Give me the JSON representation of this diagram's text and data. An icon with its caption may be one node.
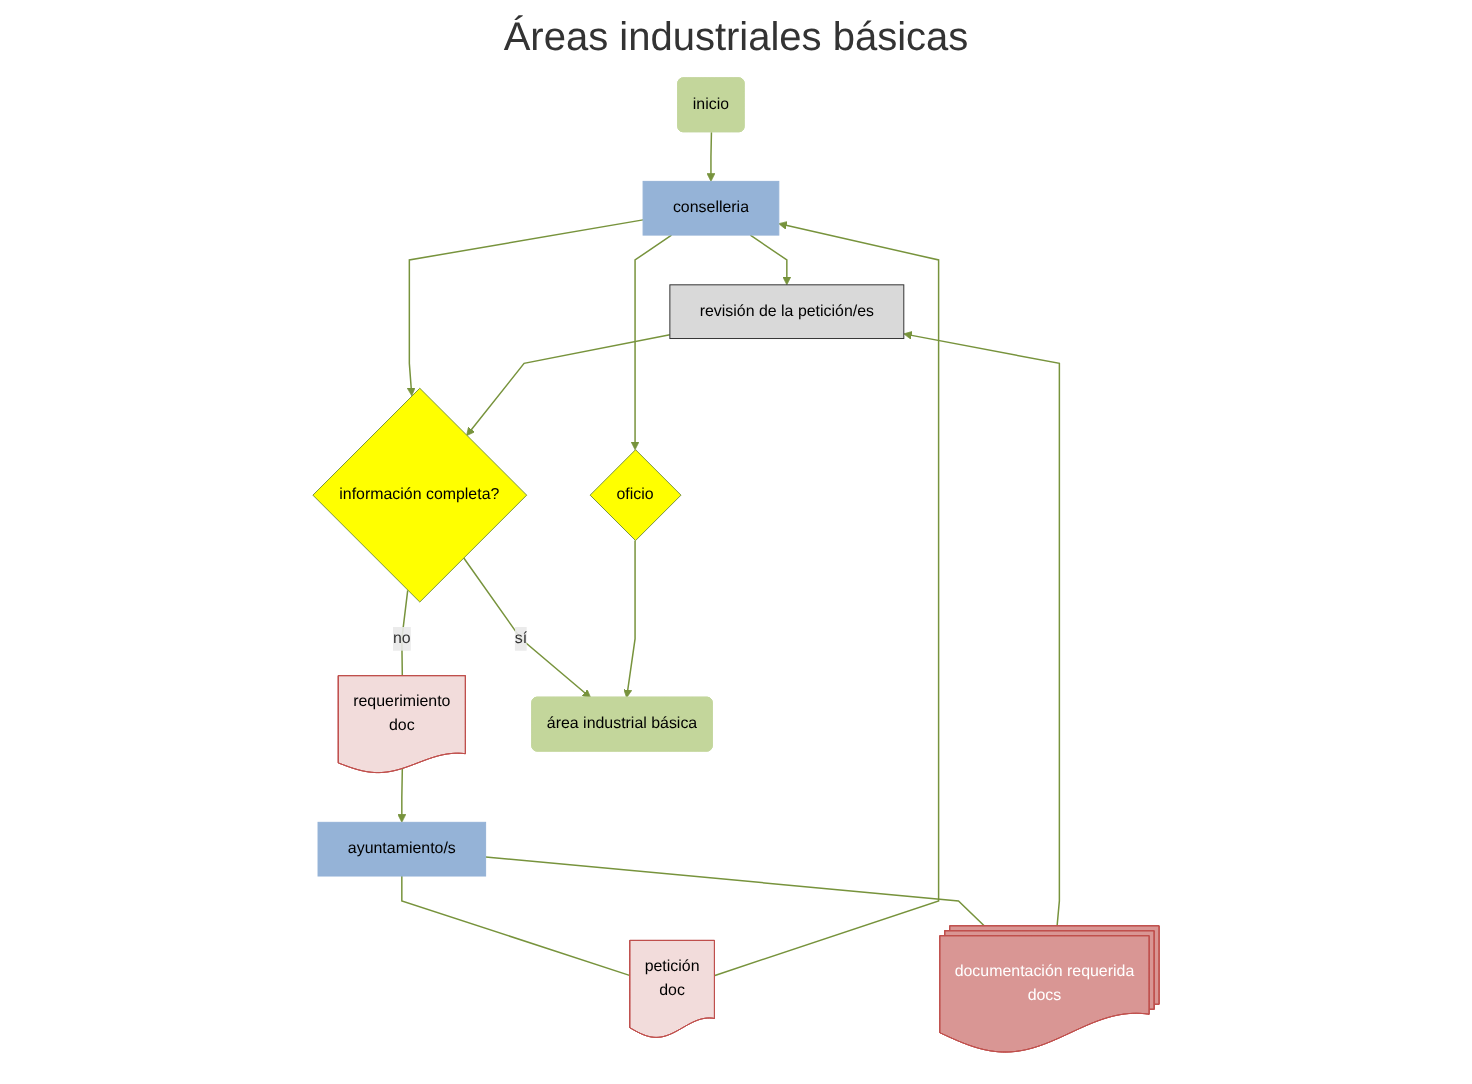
{
  "diagram": {
    "title": "Áreas industriales básicas",
    "nodes": [
      {
        "text": [
          "inicio"
        ]
      },
      {
        "text": [
          "conselleria"
        ]
      },
      {
        "text": [
          "petición",
          "doc"
        ]
      },
      {
        "text": [
          "ayuntamiento/s"
        ]
      },
      {
        "text": [
          "revisión de la petición/es"
        ]
      },
      {
        "text": [
          "documentación requerida",
          "docs"
        ]
      },
      {
        "text": [
          "oficio"
        ]
      },
      {
        "text": [
          "información completa?"
        ]
      },
      {
        "text": [
          "requerimiento",
          "doc"
        ]
      },
      {
        "text": [
          "área industrial básica"
        ]
      }
    ],
    "edges": [
      {
        "from": 0,
        "to": 1,
        "arrow": "to"
      },
      {
        "from": 3,
        "to": 2,
        "arrow": "none"
      },
      {
        "from": 2,
        "to": 1,
        "arrow": "to"
      },
      {
        "from": 1,
        "to": 4,
        "arrow": "to"
      },
      {
        "from": 3,
        "to": 5,
        "arrow": "none"
      },
      {
        "from": 5,
        "to": 4,
        "arrow": "to"
      },
      {
        "from": 1,
        "to": 6,
        "arrow": "to"
      },
      {
        "from": 1,
        "to": 7,
        "arrow": "to"
      },
      {
        "from": 4,
        "to": 7,
        "arrow": "to"
      },
      {
        "from": 7,
        "to": 8,
        "arrow": "none",
        "label": "no"
      },
      {
        "from": 8,
        "to": 3,
        "arrow": "to"
      },
      {
        "from": 7,
        "to": 9,
        "arrow": "to",
        "label": "sí"
      },
      {
        "from": 6,
        "to": 9,
        "arrow": "to"
      }
    ]
  }
}
